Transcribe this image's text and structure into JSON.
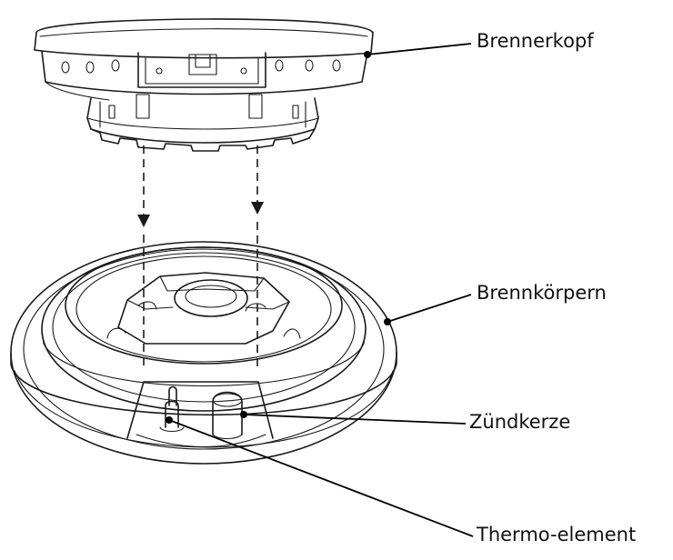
{
  "labels": {
    "burner_head": "Brennerkopf",
    "burner_body": "Brennkörpern",
    "spark_plug": "Zündkerze",
    "thermo_element": "Thermo-element"
  }
}
